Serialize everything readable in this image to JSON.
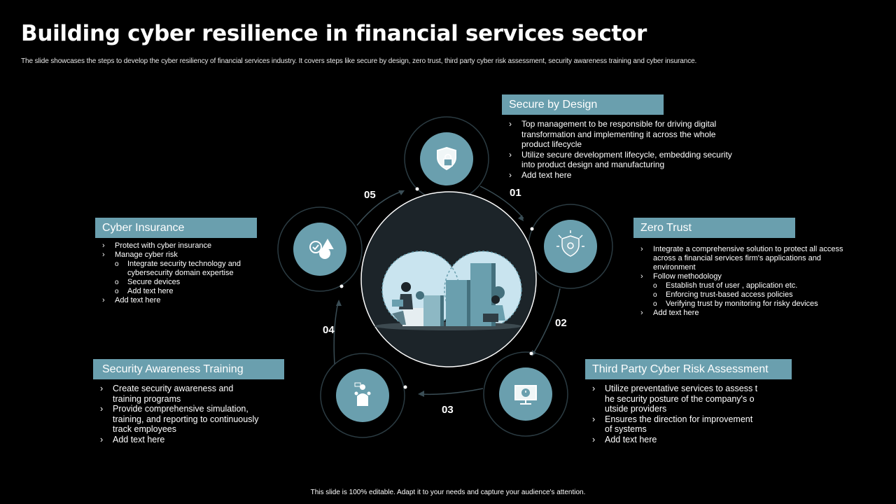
{
  "title": "Building cyber resilience in financial services sector",
  "subtitle": "The slide showcases the steps to develop the cyber resiliency of financial services industry. It covers steps like secure by design, zero trust, third party cyber risk assessment, security awareness training and cyber insurance.",
  "footer": "This slide is 100% editable. Adapt it to your needs and capture your audience's attention.",
  "colors": {
    "accent": "#6a9fae",
    "background": "#000000",
    "ring": "#2b3b42"
  },
  "steps": {
    "s01": "01",
    "s02": "02",
    "s03": "03",
    "s04": "04",
    "s05": "05"
  },
  "icons": {
    "secure_by_design": "shield-lock-icon",
    "zero_trust": "shield-gear-icon",
    "third_party": "monitor-alert-icon",
    "awareness": "people-training-icon",
    "insurance": "shield-dollar-warning-icon"
  },
  "secure_by_design": {
    "heading": "Secure by Design",
    "b1": "Top management to be responsible for driving digital transformation and implementing it across the whole product lifecycle",
    "b2": "Utilize secure development lifecycle, embedding security into product design and manufacturing",
    "b3": "Add text here"
  },
  "zero_trust": {
    "heading": "Zero Trust",
    "b1": "Integrate a comprehensive solution to protect  all access across a financial services firm's applications and environment",
    "b2": "Follow methodology",
    "s1": "Establish trust of user , application etc.",
    "s2": "Enforcing trust-based access policies",
    "s3": "Verifying trust by monitoring for risky devices",
    "b3": "Add text here"
  },
  "third_party": {
    "heading": "Third Party Cyber Risk Assessment",
    "b1": "Utilize preventative services to assess t he security posture of the company's o utside providers",
    "b2": "Ensures the direction for improvement of systems",
    "b3": "Add text here"
  },
  "awareness": {
    "heading": "Security Awareness Training",
    "b1": "Create security awareness and training programs",
    "b2": "Provide comprehensive simulation, training, and reporting to continuously track employees",
    "b3": "Add text here"
  },
  "insurance": {
    "heading": "Cyber Insurance",
    "b1": "Protect  with cyber insurance",
    "b2": "Manage cyber risk",
    "s1": "Integrate security technology and cybersecurity domain expertise",
    "s2": "Secure devices",
    "s3": "Add text here",
    "b3": "Add text here"
  }
}
